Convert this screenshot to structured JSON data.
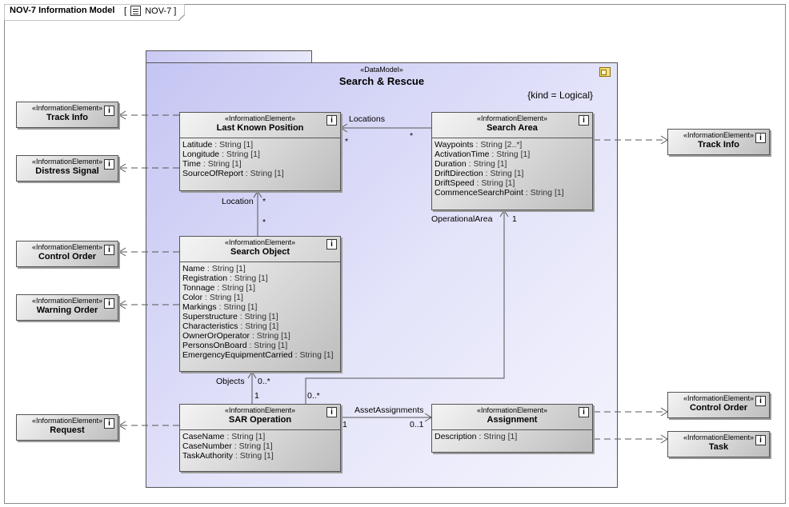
{
  "diagram": {
    "title": "NOV-7 Information Model",
    "ref_open": "[",
    "ref_label": "NOV-7",
    "ref_close": "]"
  },
  "package": {
    "stereotype": "«DataModel»",
    "name": "Search & Rescue",
    "kind": "{kind = Logical}"
  },
  "classes": {
    "last_known_position": {
      "stereotype": "«InformationElement»",
      "name": "Last Known Position",
      "attributes": [
        {
          "name": "Latitude",
          "type": " : String [1]"
        },
        {
          "name": "Longitude",
          "type": " : String [1]"
        },
        {
          "name": "Time",
          "type": " : String [1]"
        },
        {
          "name": "SourceOfReport",
          "type": " : String [1]"
        }
      ]
    },
    "search_area": {
      "stereotype": "«InformationElement»",
      "name": "Search Area",
      "attributes": [
        {
          "name": "Waypoints",
          "type": " : String [2..*]"
        },
        {
          "name": "ActivationTime",
          "type": " : String [1]"
        },
        {
          "name": "Duration",
          "type": " : String [1]"
        },
        {
          "name": "DriftDirection",
          "type": " : String [1]"
        },
        {
          "name": "DriftSpeed",
          "type": " : String [1]"
        },
        {
          "name": "CommenceSearchPoint",
          "type": " : String [1]"
        }
      ]
    },
    "search_object": {
      "stereotype": "«InformationElement»",
      "name": "Search Object",
      "attributes": [
        {
          "name": "Name",
          "type": " : String [1]"
        },
        {
          "name": "Registration",
          "type": " : String [1]"
        },
        {
          "name": "Tonnage",
          "type": " : String [1]"
        },
        {
          "name": "Color",
          "type": " : String [1]"
        },
        {
          "name": "Markings",
          "type": " : String [1]"
        },
        {
          "name": "Superstructure",
          "type": " : String [1]"
        },
        {
          "name": "Characteristics",
          "type": " : String [1]"
        },
        {
          "name": "OwnerOrOperator",
          "type": " : String [1]"
        },
        {
          "name": "PersonsOnBoard",
          "type": " : String [1]"
        },
        {
          "name": "EmergencyEquipmentCarried",
          "type": " : String [1]"
        }
      ]
    },
    "sar_operation": {
      "stereotype": "«InformationElement»",
      "name": "SAR Operation",
      "attributes": [
        {
          "name": "CaseName",
          "type": " : String [1]"
        },
        {
          "name": "CaseNumber",
          "type": " : String [1]"
        },
        {
          "name": "TaskAuthority",
          "type": " : String [1]"
        }
      ]
    },
    "assignment": {
      "stereotype": "«InformationElement»",
      "name": "Assignment",
      "attributes": [
        {
          "name": "Description",
          "type": " : String [1]"
        }
      ]
    }
  },
  "external_elements": {
    "track_info_left": {
      "stereotype": "«InformationElement»",
      "name": "Track Info"
    },
    "distress_signal": {
      "stereotype": "«InformationElement»",
      "name": "Distress Signal"
    },
    "control_order_left": {
      "stereotype": "«InformationElement»",
      "name": "Control Order"
    },
    "warning_order": {
      "stereotype": "«InformationElement»",
      "name": "Warning Order"
    },
    "request": {
      "stereotype": "«InformationElement»",
      "name": "Request"
    },
    "track_info_right": {
      "stereotype": "«InformationElement»",
      "name": "Track Info"
    },
    "control_order_right": {
      "stereotype": "«InformationElement»",
      "name": "Control Order"
    },
    "task": {
      "stereotype": "«InformationElement»",
      "name": "Task"
    }
  },
  "associations": {
    "locations": {
      "role": "Locations",
      "mult_source": "*",
      "mult_target": "*"
    },
    "location": {
      "role": "Location",
      "mult_source": "*",
      "mult_target": "*"
    },
    "objects": {
      "role": "Objects",
      "mult_source": "1",
      "mult_target": "0..*"
    },
    "operational_area": {
      "role": "OperationalArea",
      "mult_target": "1",
      "mult_source": "0..*"
    },
    "asset_assignments": {
      "role": "AssetAssignments",
      "mult_source": "1",
      "mult_target": "0..1"
    }
  },
  "info_glyph": "i"
}
